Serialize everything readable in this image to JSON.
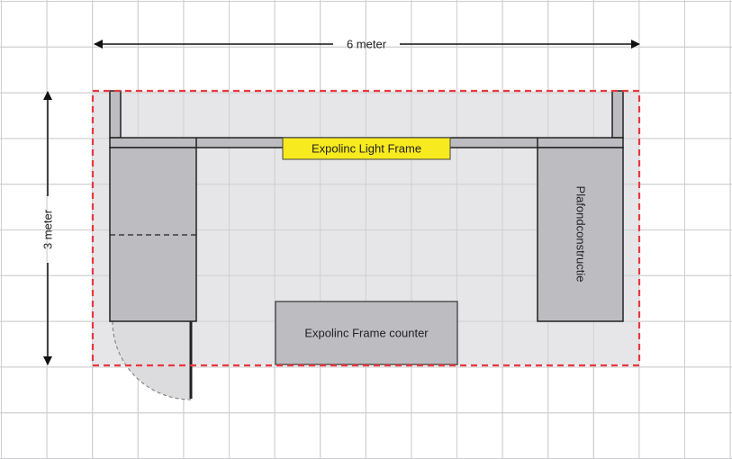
{
  "dimensions": {
    "width_label": "6 meter",
    "height_label": "3 meter"
  },
  "labels": {
    "light_frame": "Expolinc Light Frame",
    "ceiling": "Plafondconstructie",
    "counter": "Expolinc Frame counter"
  },
  "colors": {
    "booth_outline": "#e8383d",
    "light_frame": "#f7ea1e",
    "wall": "#bdbdc1",
    "floor": "#e6e6e9"
  }
}
